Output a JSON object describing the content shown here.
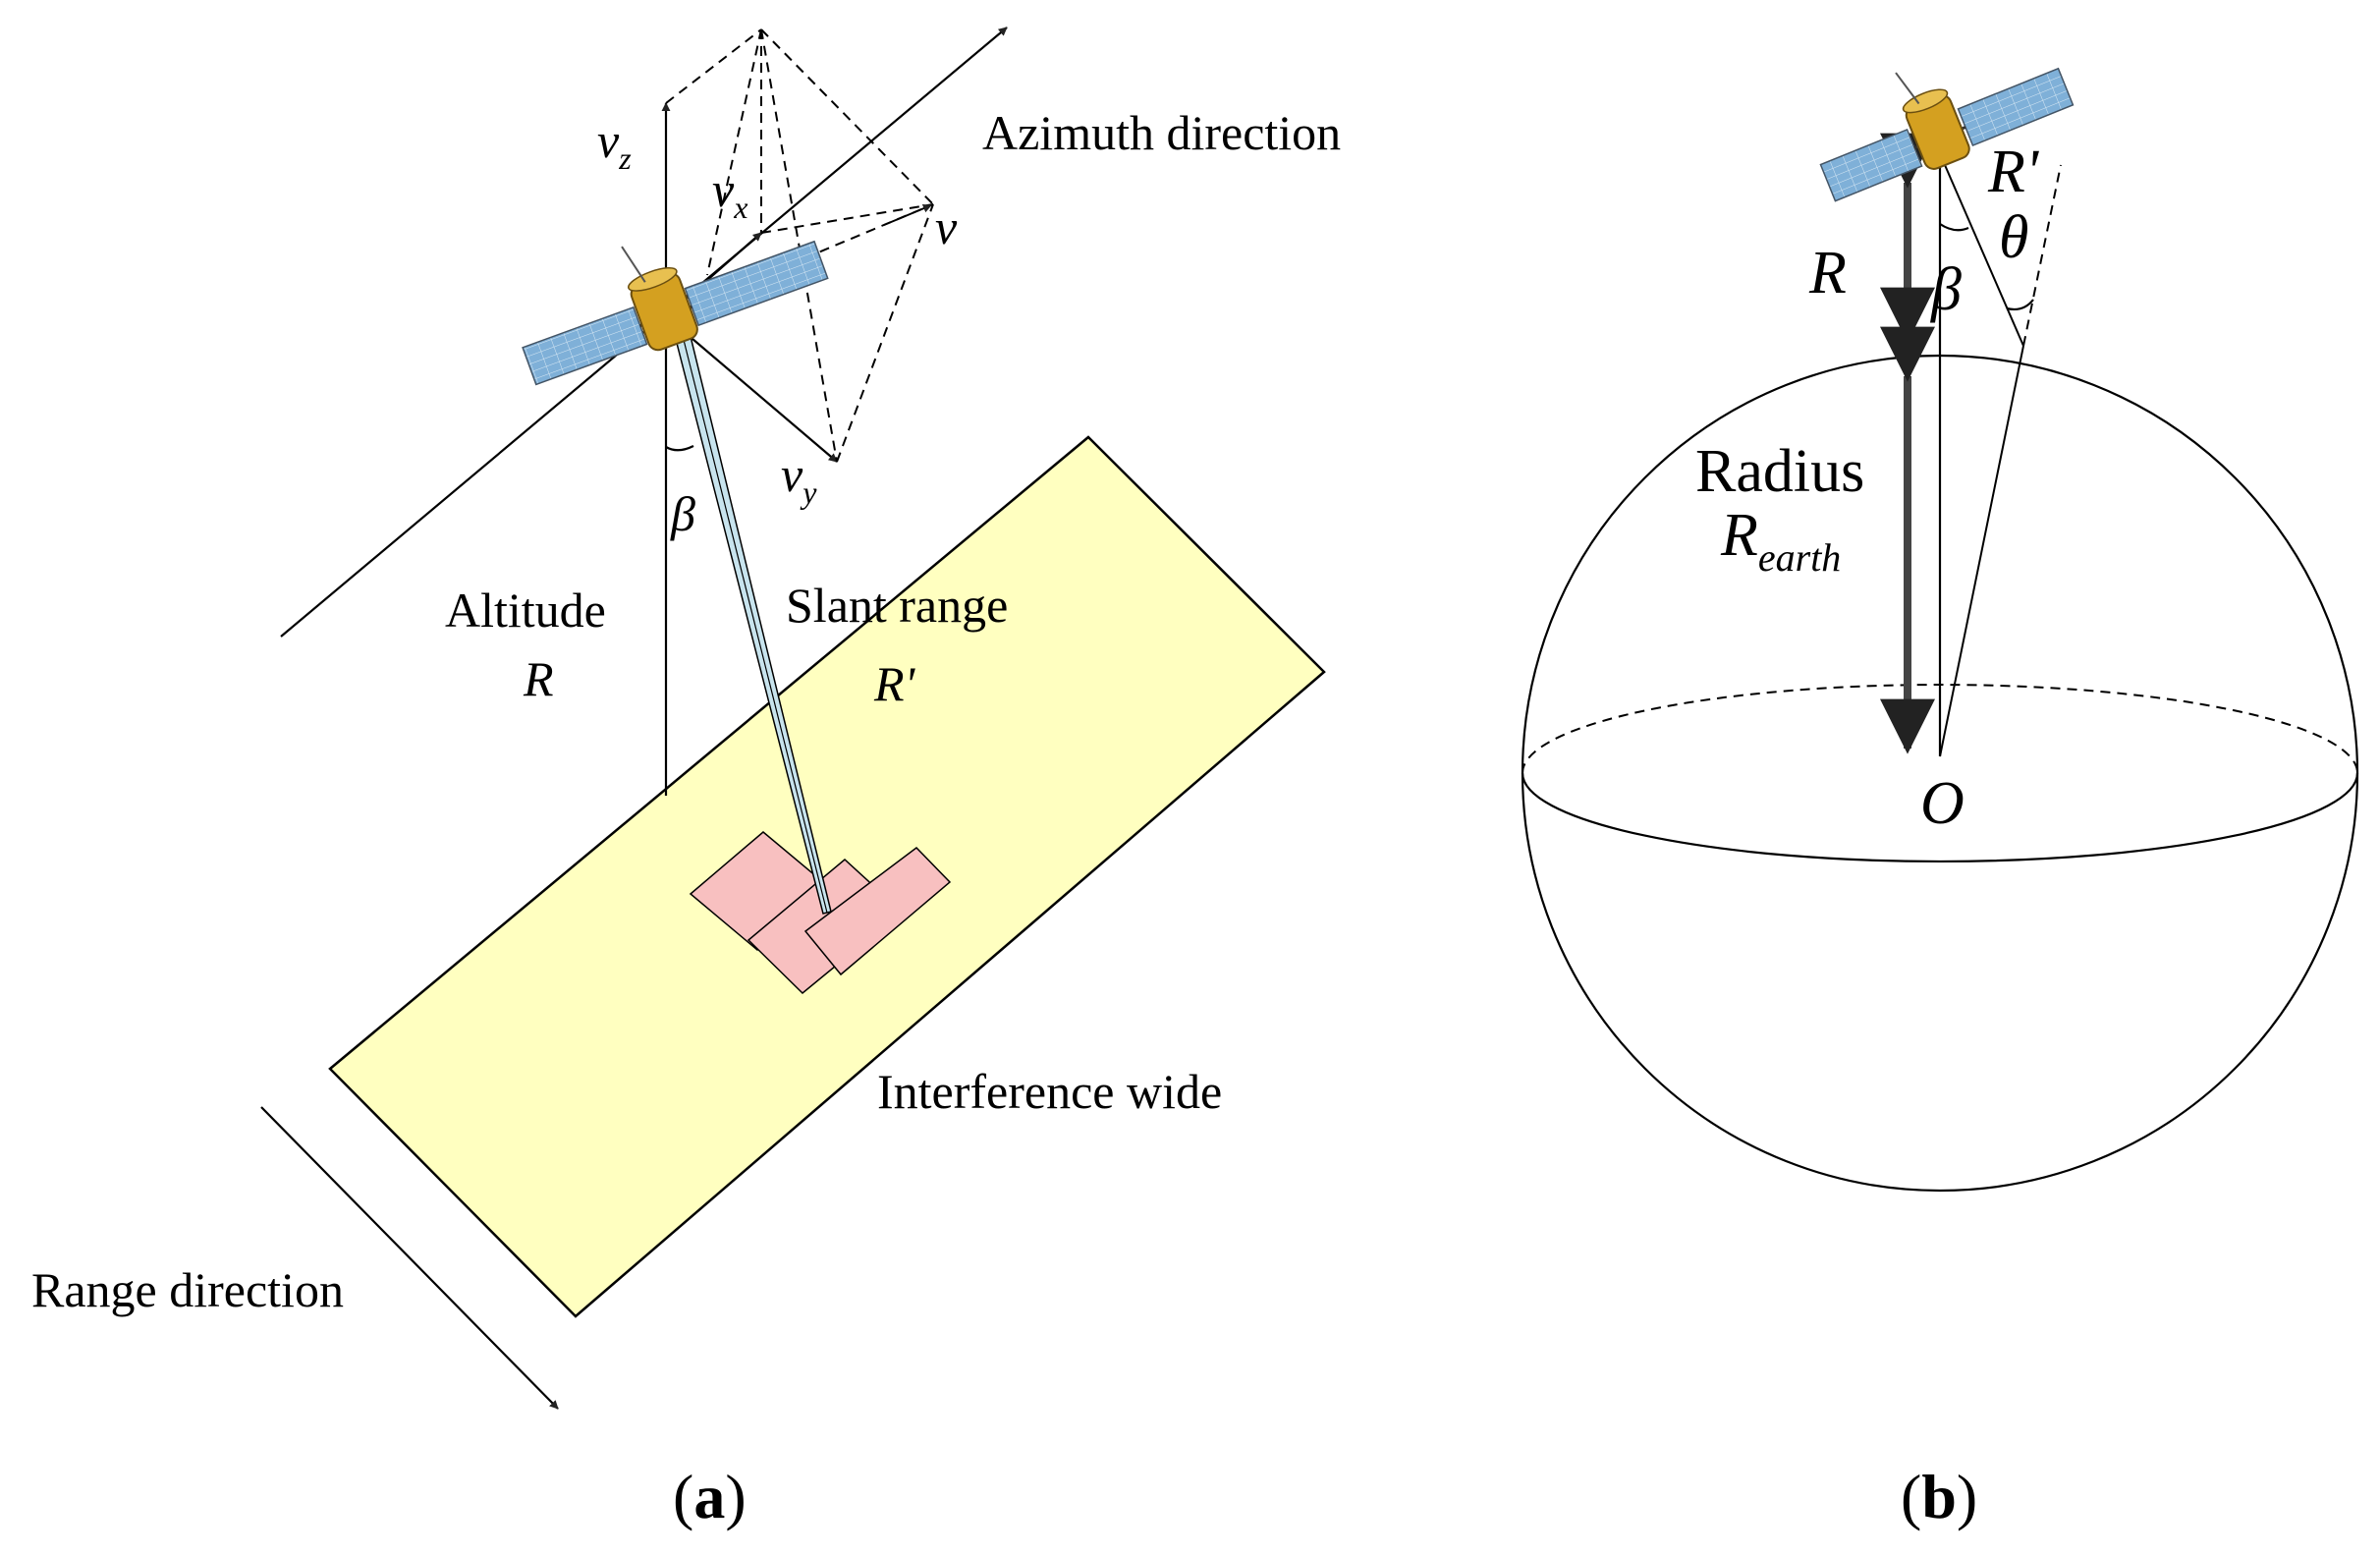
{
  "panel_a": {
    "label_azimuth": "Azimuth direction",
    "label_range_dir": "Range direction",
    "label_altitude": "Altitude",
    "label_altitude_symbol": "R",
    "label_slant": "Slant range",
    "label_slant_symbol": "R'",
    "label_swath": "Interference wide",
    "label_beta": "β",
    "label_vz_main": "v",
    "label_vz_sub": "z",
    "label_vx_main": "v",
    "label_vx_sub": "x",
    "label_vy_main": "v",
    "label_vy_sub": "y",
    "label_v": "v",
    "caption_open": "(",
    "caption_letter": "a",
    "caption_close": ")"
  },
  "panel_b": {
    "label_R": "R",
    "label_Rprime": "R'",
    "label_beta": "β",
    "label_theta": "θ",
    "label_radius": "Radius",
    "label_rearth_main": "R",
    "label_rearth_sub": "earth",
    "label_O": "O",
    "caption_open": "(",
    "caption_letter": "b",
    "caption_close": ")"
  },
  "colors": {
    "swath_fill": "#ffffc0",
    "footprint_fill": "#f8c0c0",
    "beam_fill": "#c8e4ee",
    "panel_fill": "#7fb0d8",
    "satellite_body": "#d4a020"
  }
}
